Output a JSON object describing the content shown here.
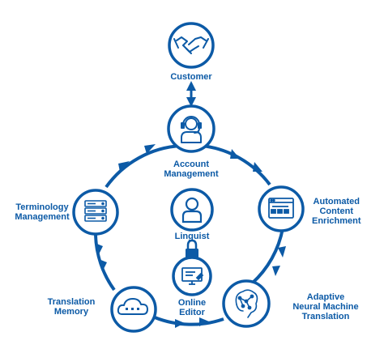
{
  "colors": {
    "primary": "#0c5aa6",
    "background": "#ffffff"
  },
  "nodes": {
    "customer": {
      "label": "Customer",
      "icon": "handshake-icon"
    },
    "account_management": {
      "lines": [
        "Account",
        "Management"
      ],
      "icon": "headset-agent-icon"
    },
    "automated_content_enrichment": {
      "lines": [
        "Automated",
        "Content",
        "Enrichment"
      ],
      "icon": "browser-window-icon"
    },
    "adaptive_nmt": {
      "lines": [
        "Adaptive",
        "Neural Machine",
        "Translation"
      ],
      "icon": "brain-network-icon"
    },
    "translation_memory": {
      "lines": [
        "Translation",
        "Memory"
      ],
      "icon": "cloud-icon"
    },
    "terminology_management": {
      "lines": [
        "Terminology",
        "Management"
      ],
      "icon": "server-database-icon"
    }
  },
  "center": {
    "linguist": {
      "label": "Linguist",
      "icon": "person-icon"
    },
    "lock": {
      "icon": "padlock-icon"
    },
    "online_editor": {
      "lines": [
        "Online",
        "Editor"
      ],
      "icon": "monitor-edit-icon"
    }
  }
}
